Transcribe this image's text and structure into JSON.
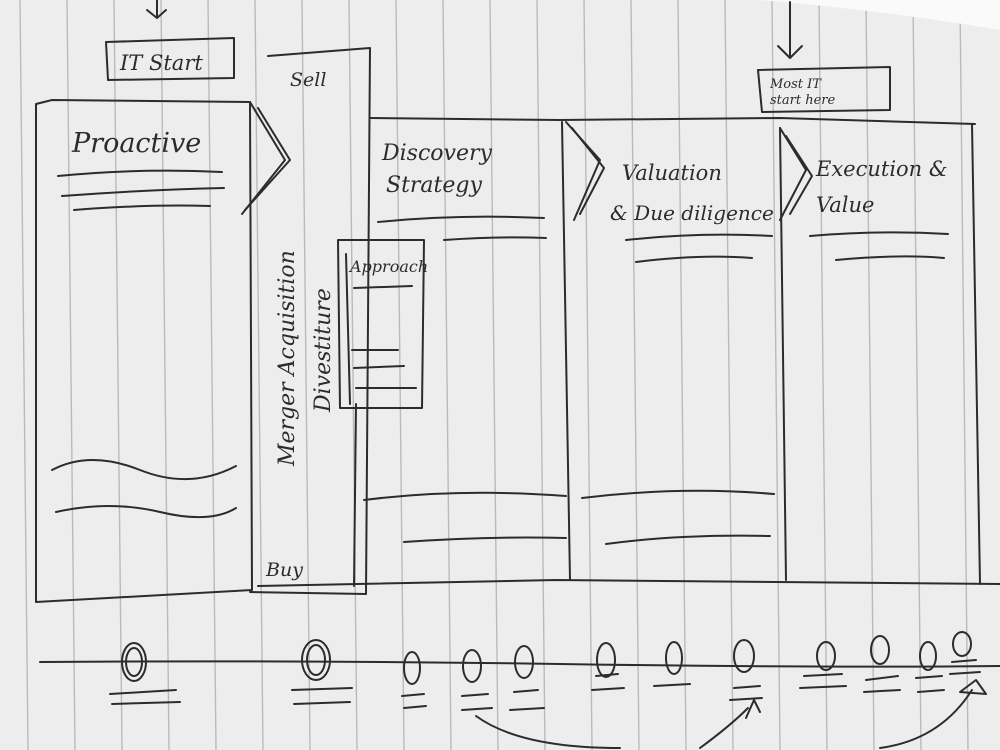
{
  "labels": {
    "it_start": "IT Start",
    "most_it_start_here_line1": "Most IT",
    "most_it_start_here_line2": "start here",
    "proactive": "Proactive",
    "sell": "Sell",
    "buy": "Buy",
    "merger_acquisition": "Merger Acquisition",
    "divestiture": "Divestiture",
    "approach": "Approach",
    "discovery_line1": "Discovery",
    "discovery_line2": "Strategy",
    "valuation_line1": "Valuation",
    "valuation_line2": "& Due diligence",
    "execution_line1": "Execution &",
    "execution_line2": "Value"
  },
  "colors": {
    "paper": "#ededed",
    "ruling": "#b9b9c2",
    "ink": "#2c2c2c"
  }
}
